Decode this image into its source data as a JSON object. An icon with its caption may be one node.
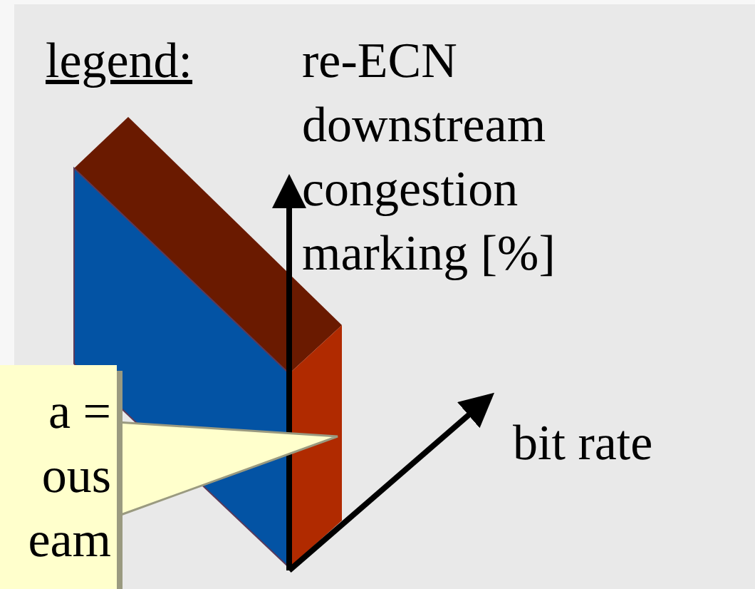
{
  "diagram": {
    "nodes": [
      {
        "text": [
          "a = ous eam"
        ]
      },
      {
        "text": [],
        "shape": "box"
      }
    ],
    "edges": [
      {
        "from": 0,
        "to": 1,
        "arrow": "none"
      }
    ],
    "labels": [
      "legend:",
      "re-ECN downstream congestion marking [%]",
      "bit rate"
    ]
  }
}
